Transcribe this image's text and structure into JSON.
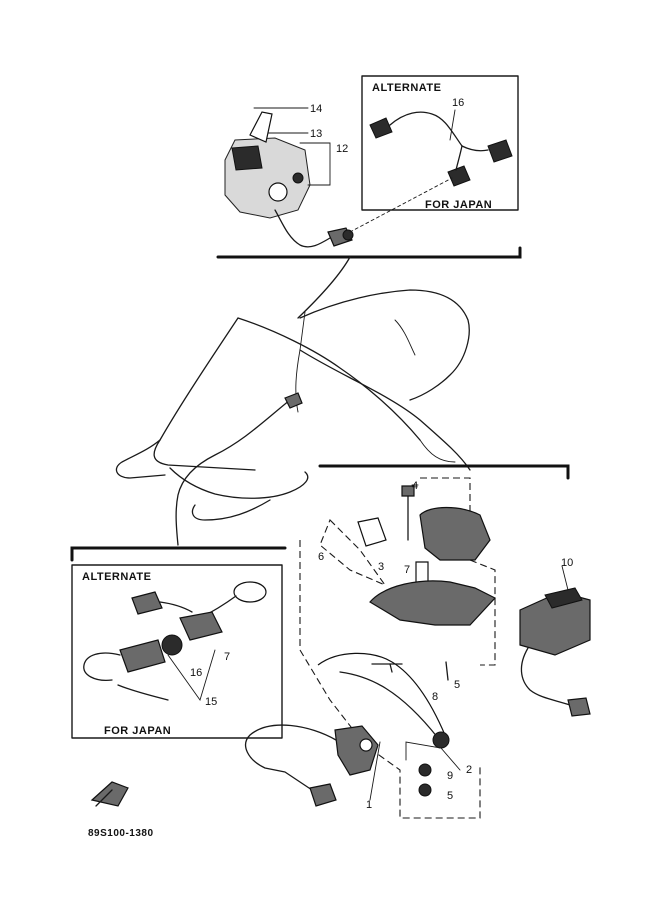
{
  "panels": {
    "top_alternate": {
      "header": "ALTERNATE",
      "footer": "FOR JAPAN"
    },
    "left_alternate": {
      "header": "ALTERNATE",
      "footer": "FOR JAPAN"
    }
  },
  "callouts": {
    "c14": "14",
    "c13": "13",
    "c12": "12",
    "c16_top": "16",
    "c4": "4",
    "c6": "6",
    "c3_upper": "3",
    "c7_right": "7",
    "c10": "10",
    "c5_upper": "5",
    "c8": "8",
    "c2": "2",
    "c9": "9",
    "c5_lower": "5",
    "c1": "1",
    "c16_left": "16",
    "c7_left": "7",
    "c15": "15"
  },
  "diagram_code": "89S100-1380"
}
